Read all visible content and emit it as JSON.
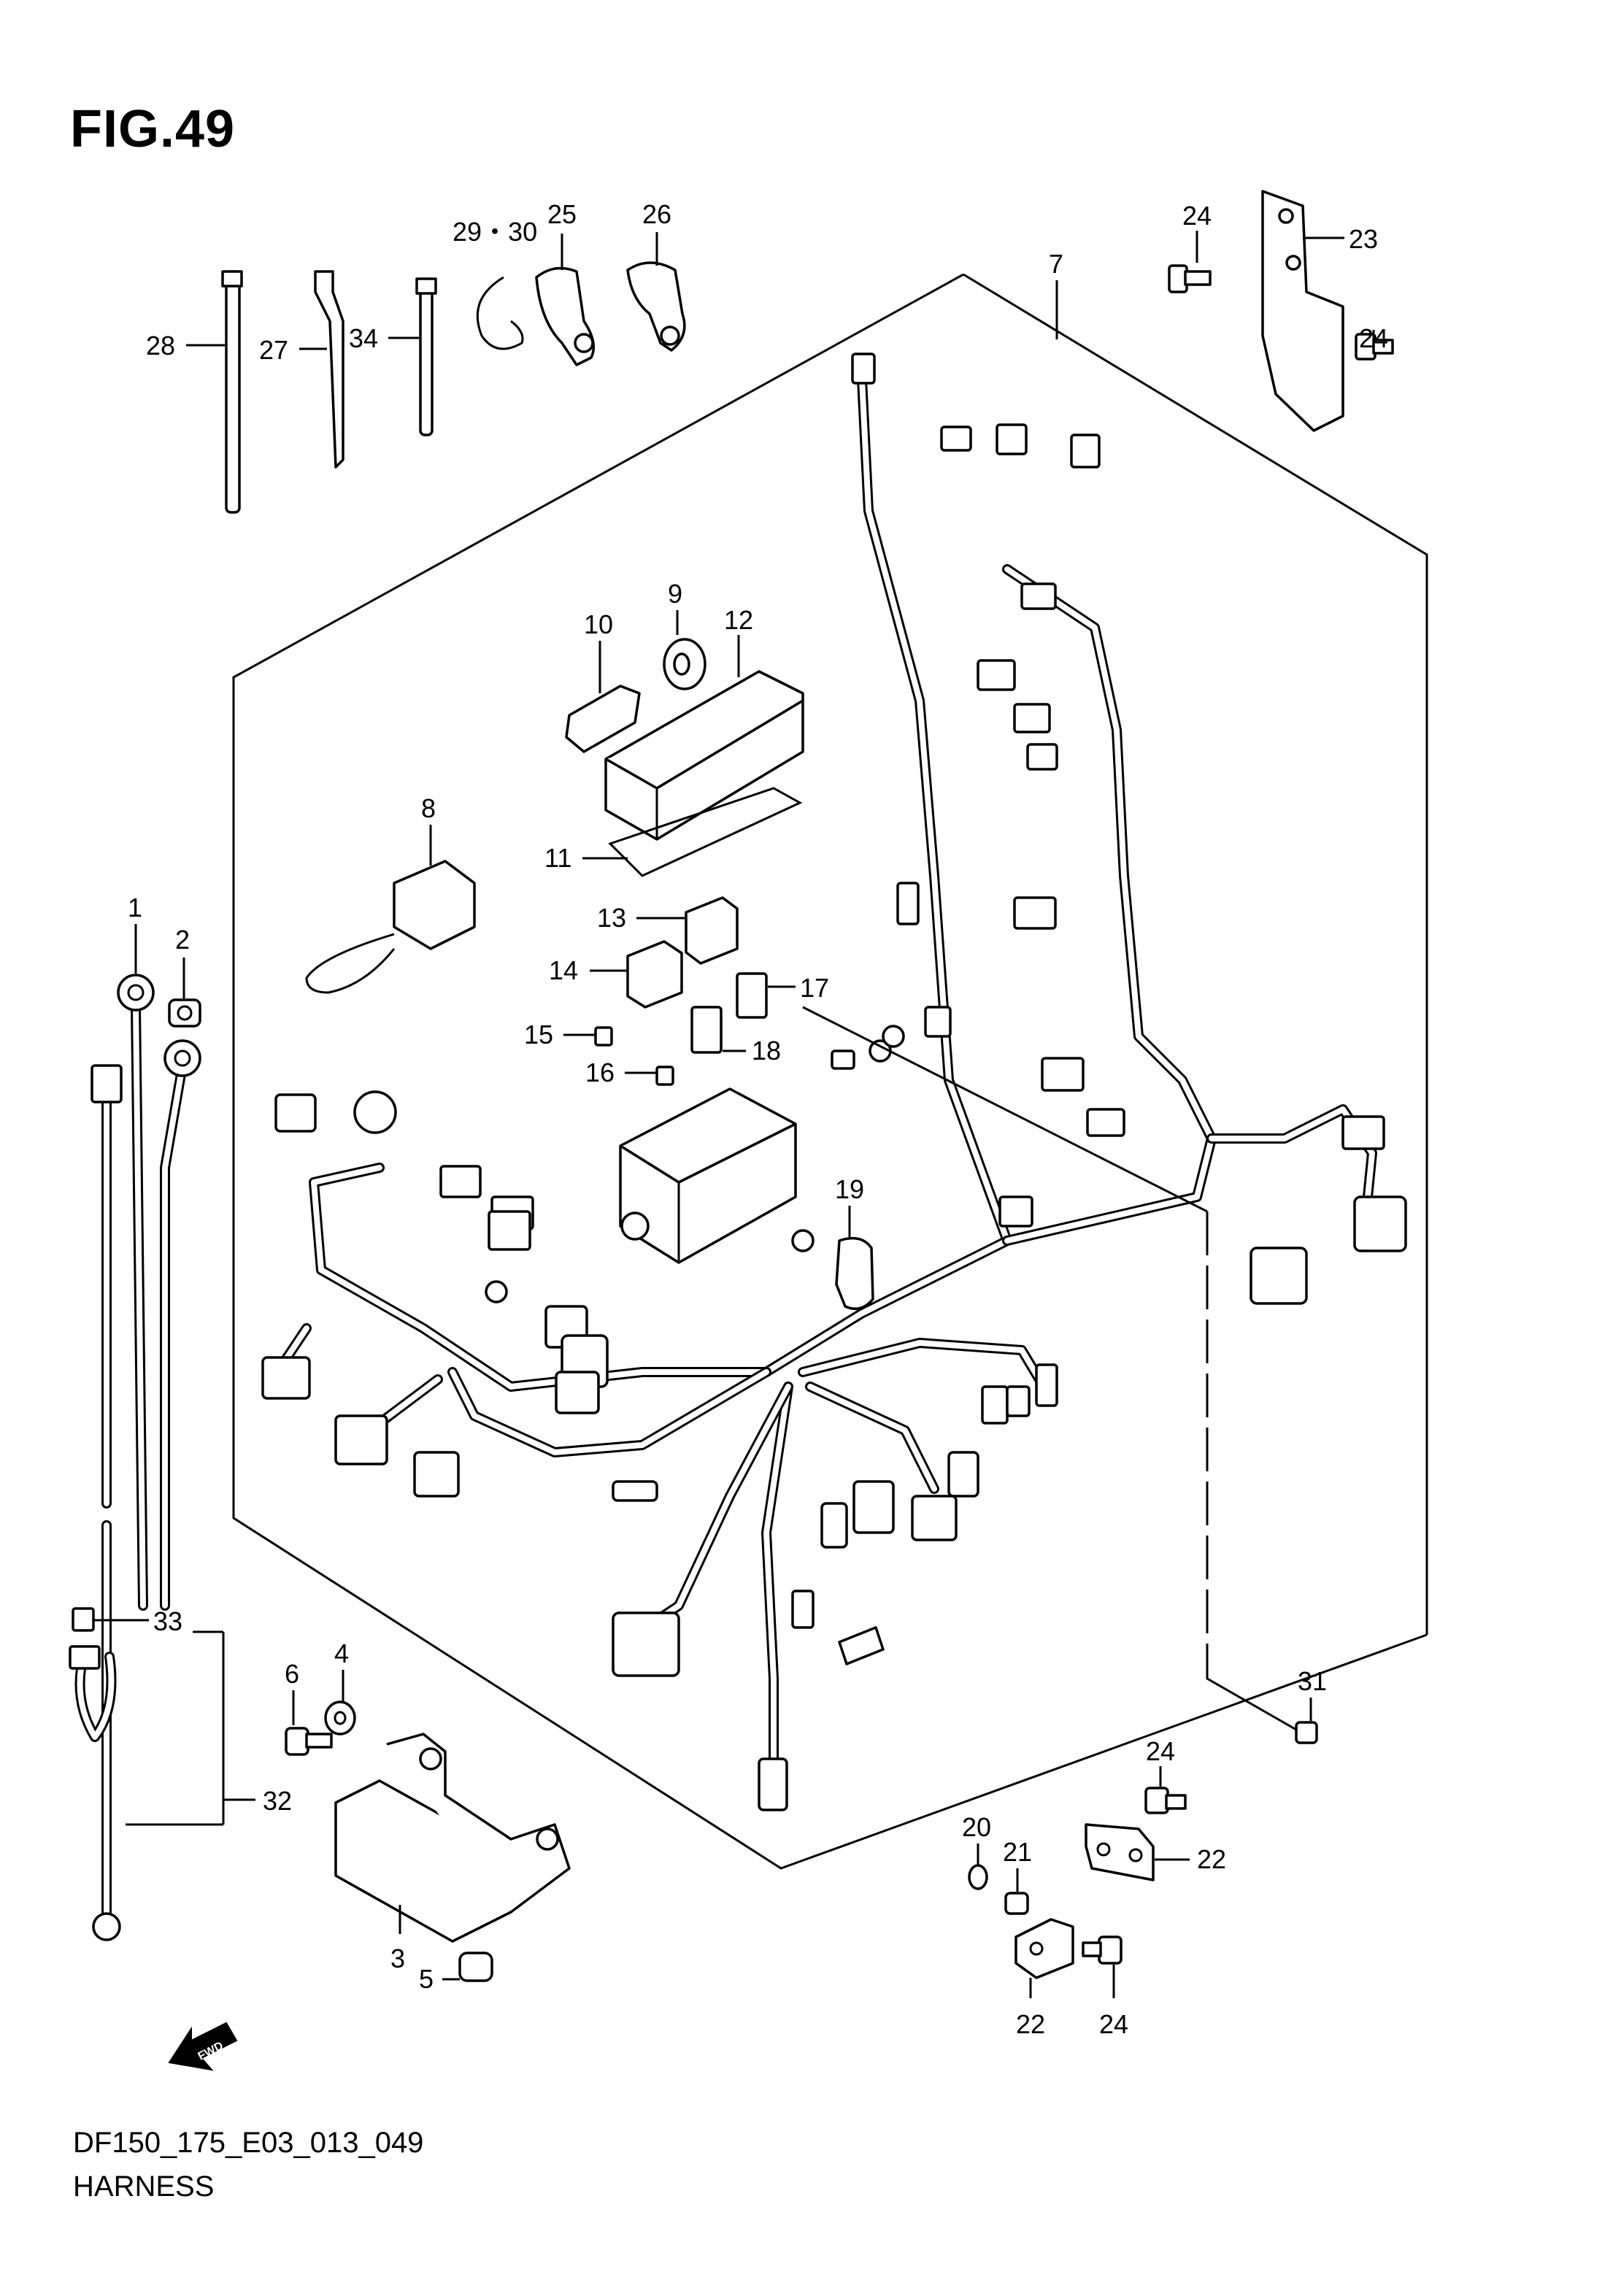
{
  "figure": {
    "title": "FIG.49",
    "code": "DF150_175_E03_013_049",
    "name": "HARNESS",
    "fwd_label": "FWD"
  },
  "callouts": {
    "c1": "1",
    "c2": "2",
    "c3": "3",
    "c4": "4",
    "c5": "5",
    "c6": "6",
    "c7": "7",
    "c8": "8",
    "c9": "9",
    "c10": "10",
    "c11": "11",
    "c12": "12",
    "c13": "13",
    "c14": "14",
    "c15": "15",
    "c16": "16",
    "c17": "17",
    "c18": "18",
    "c19": "19",
    "c20": "20",
    "c21": "21",
    "c22a": "22",
    "c22b": "22",
    "c23": "23",
    "c24a": "24",
    "c24b": "24",
    "c24c": "24",
    "c24d": "24",
    "c25": "25",
    "c26": "26",
    "c27": "27",
    "c28": "28",
    "c29_30": "29・30",
    "c31": "31",
    "c32": "32",
    "c33": "33",
    "c34": "34"
  }
}
